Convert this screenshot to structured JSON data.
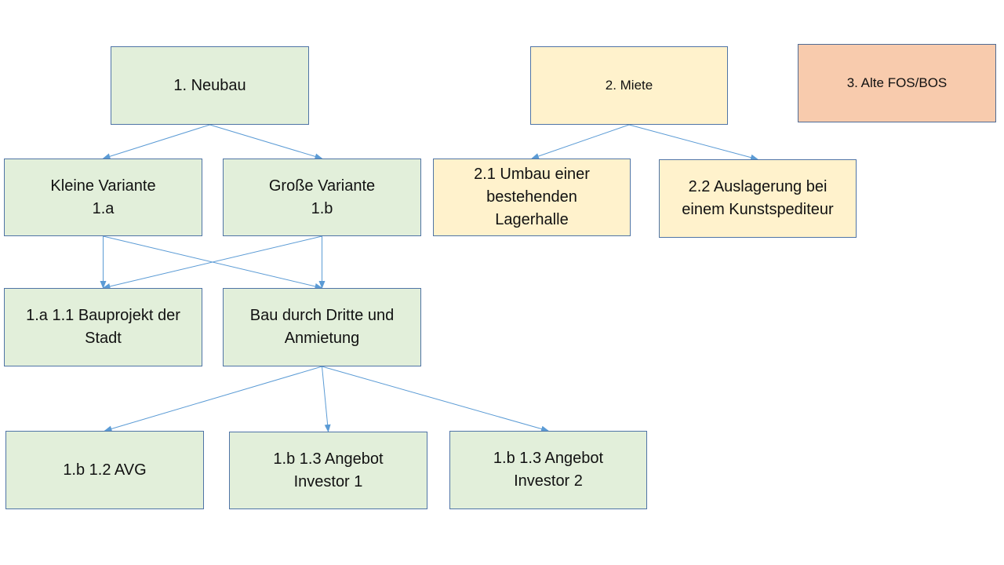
{
  "nodes": {
    "neubau": "1. Neubau",
    "miete": "2. Miete",
    "alte_fos_bos": "3. Alte FOS/BOS",
    "kleine_variante": "Kleine Variante\n1.a",
    "grosse_variante": "Große Variante\n1.b",
    "umbau_lagerhalle": "2.1 Umbau einer\nbestehenden\nLagerhalle",
    "auslagerung": "2.2 Auslagerung bei\neinem Kunstspediteur",
    "bauprojekt_stadt": "1.a 1.1 Bauprojekt der\nStadt",
    "bau_dritte": "Bau durch Dritte und\nAnmietung",
    "avg": "1.b 1.2 AVG",
    "investor_1": "1.b 1.3 Angebot\nInvestor 1",
    "investor_2": "1.b 1.3 Angebot\nInvestor 2"
  },
  "edges": [
    [
      "neubau",
      "kleine_variante"
    ],
    [
      "neubau",
      "grosse_variante"
    ],
    [
      "miete",
      "umbau_lagerhalle"
    ],
    [
      "miete",
      "auslagerung"
    ],
    [
      "kleine_variante",
      "bauprojekt_stadt"
    ],
    [
      "kleine_variante",
      "bau_dritte"
    ],
    [
      "grosse_variante",
      "bauprojekt_stadt"
    ],
    [
      "grosse_variante",
      "bau_dritte"
    ],
    [
      "bau_dritte",
      "avg"
    ],
    [
      "bau_dritte",
      "investor_1"
    ],
    [
      "bau_dritte",
      "investor_2"
    ]
  ],
  "colors": {
    "green_fill": "#e2efda",
    "yellow_fill": "#fff2cc",
    "salmon_fill": "#f8cbad",
    "box_border": "#4f74a6",
    "connector": "#5b9bd5"
  }
}
